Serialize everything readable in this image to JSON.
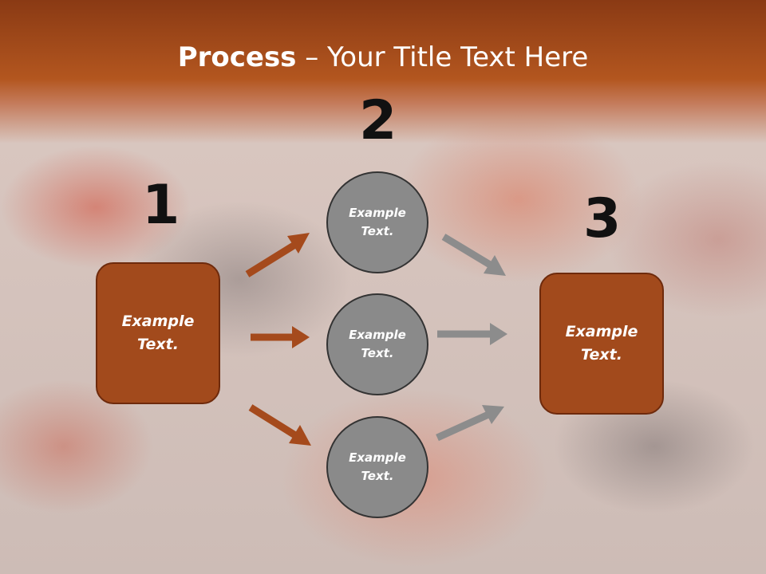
{
  "title": {
    "bold": "Process",
    "rest": " – Your Title Text Here"
  },
  "steps": [
    {
      "number": "1",
      "text": "Example Text."
    },
    {
      "number": "2",
      "circles": [
        "Example Text.",
        "Example Text.",
        "Example Text."
      ]
    },
    {
      "number": "3",
      "text": "Example Text."
    }
  ],
  "colors": {
    "box_fill": "#a24a1c",
    "circle_fill": "#8a8a8a",
    "arrow_left": "#a54a1c",
    "arrow_right": "#8c8c8c",
    "header_band": "#9f4a1a"
  }
}
